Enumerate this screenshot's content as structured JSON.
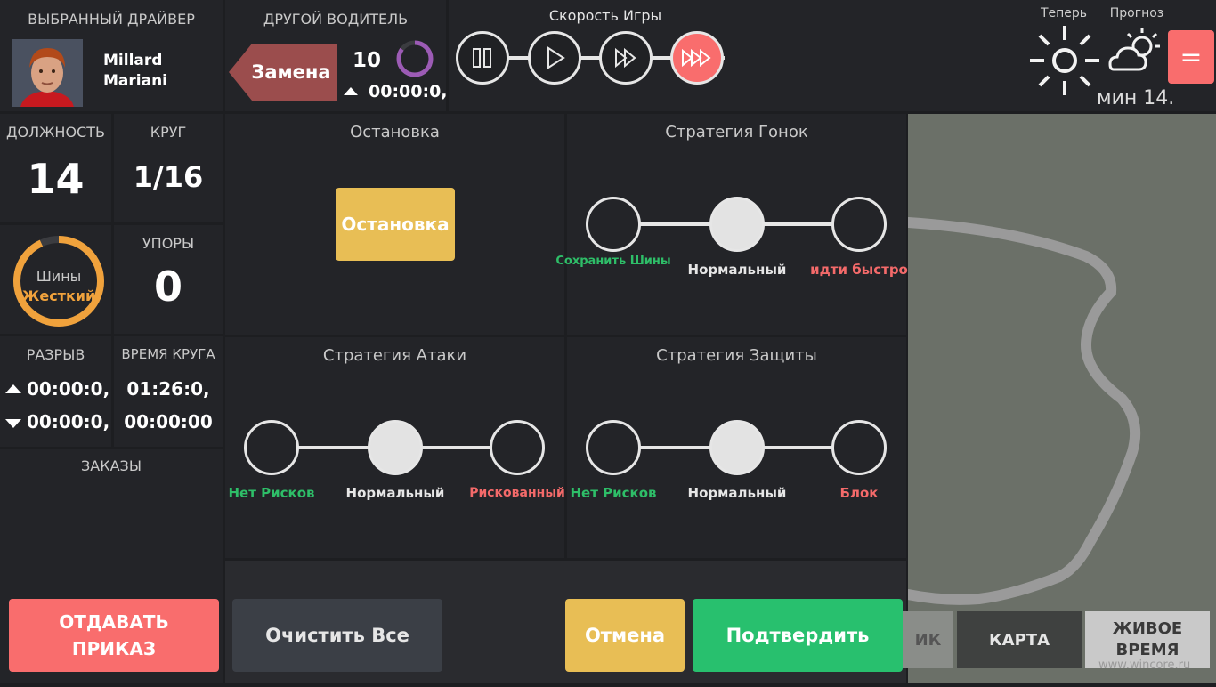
{
  "driver": {
    "header": "ВЫБРАННЫЙ ДРАЙВЕР",
    "first_name": "Millard",
    "last_name": "Mariani"
  },
  "other_driver": {
    "header": "ДРУГОЙ ВОДИТЕЛЬ",
    "swap_label": "Замена",
    "position": "10",
    "gap": "00:00:0,",
    "progress": 0.85
  },
  "game_speed": {
    "title": "Скорость Игры",
    "buttons": [
      "pause",
      "play",
      "fast",
      "fastest"
    ],
    "active": "fastest"
  },
  "weather": {
    "now_label": "Теперь",
    "forecast_label": "Прогноз",
    "time": "мин 14.",
    "menu_icon": "="
  },
  "stats": {
    "position_label": "ДОЛЖНОСТЬ",
    "position_value": "14",
    "lap_label": "КРУГ",
    "lap_value": "1/16",
    "tyres_label": "Шины",
    "tyres_compound": "Жесткий",
    "tyres_wear": 0.93,
    "stops_label": "УПОРЫ",
    "stops_value": "0",
    "gap_label": "РАЗРЫВ",
    "gap_ahead": "00:00:0,",
    "gap_behind": "00:00:0,",
    "laptime_label": "ВРЕМЯ КРУГА",
    "laptime_last": "01:26:0,",
    "laptime_best": "00:00:00",
    "orders_label": "ЗАКАЗЫ"
  },
  "pit": {
    "title": "Остановка",
    "button": "Остановка"
  },
  "race_strategy": {
    "title": "Стратегия Гонок",
    "options": [
      "Сохранить Шины",
      "Нормальный",
      "идти быстро"
    ],
    "selected": 1
  },
  "attack_strategy": {
    "title": "Стратегия Атаки",
    "options": [
      "Нет Рисков",
      "Нормальный",
      "Рискованный"
    ],
    "selected": 1
  },
  "defense_strategy": {
    "title": "Стратегия Защиты",
    "options": [
      "Нет Рисков",
      "Нормальный",
      "Блок"
    ],
    "selected": 1
  },
  "actions": {
    "give_order": "ОТДАВАТЬ ПРИКАЗ",
    "clear_all": "Очистить Все",
    "cancel": "Отмена",
    "confirm": "Подтвердить"
  },
  "map_tabs": {
    "tab1": "ИК",
    "tab2": "КАРТА",
    "tab3": "ЖИВОЕ ВРЕМЯ"
  },
  "watermark": "www.wincore.ru",
  "colors": {
    "accent_red": "#f96d6d",
    "accent_yellow": "#e8be55",
    "accent_green": "#28c06e",
    "tyre_orange": "#f0a23c"
  }
}
